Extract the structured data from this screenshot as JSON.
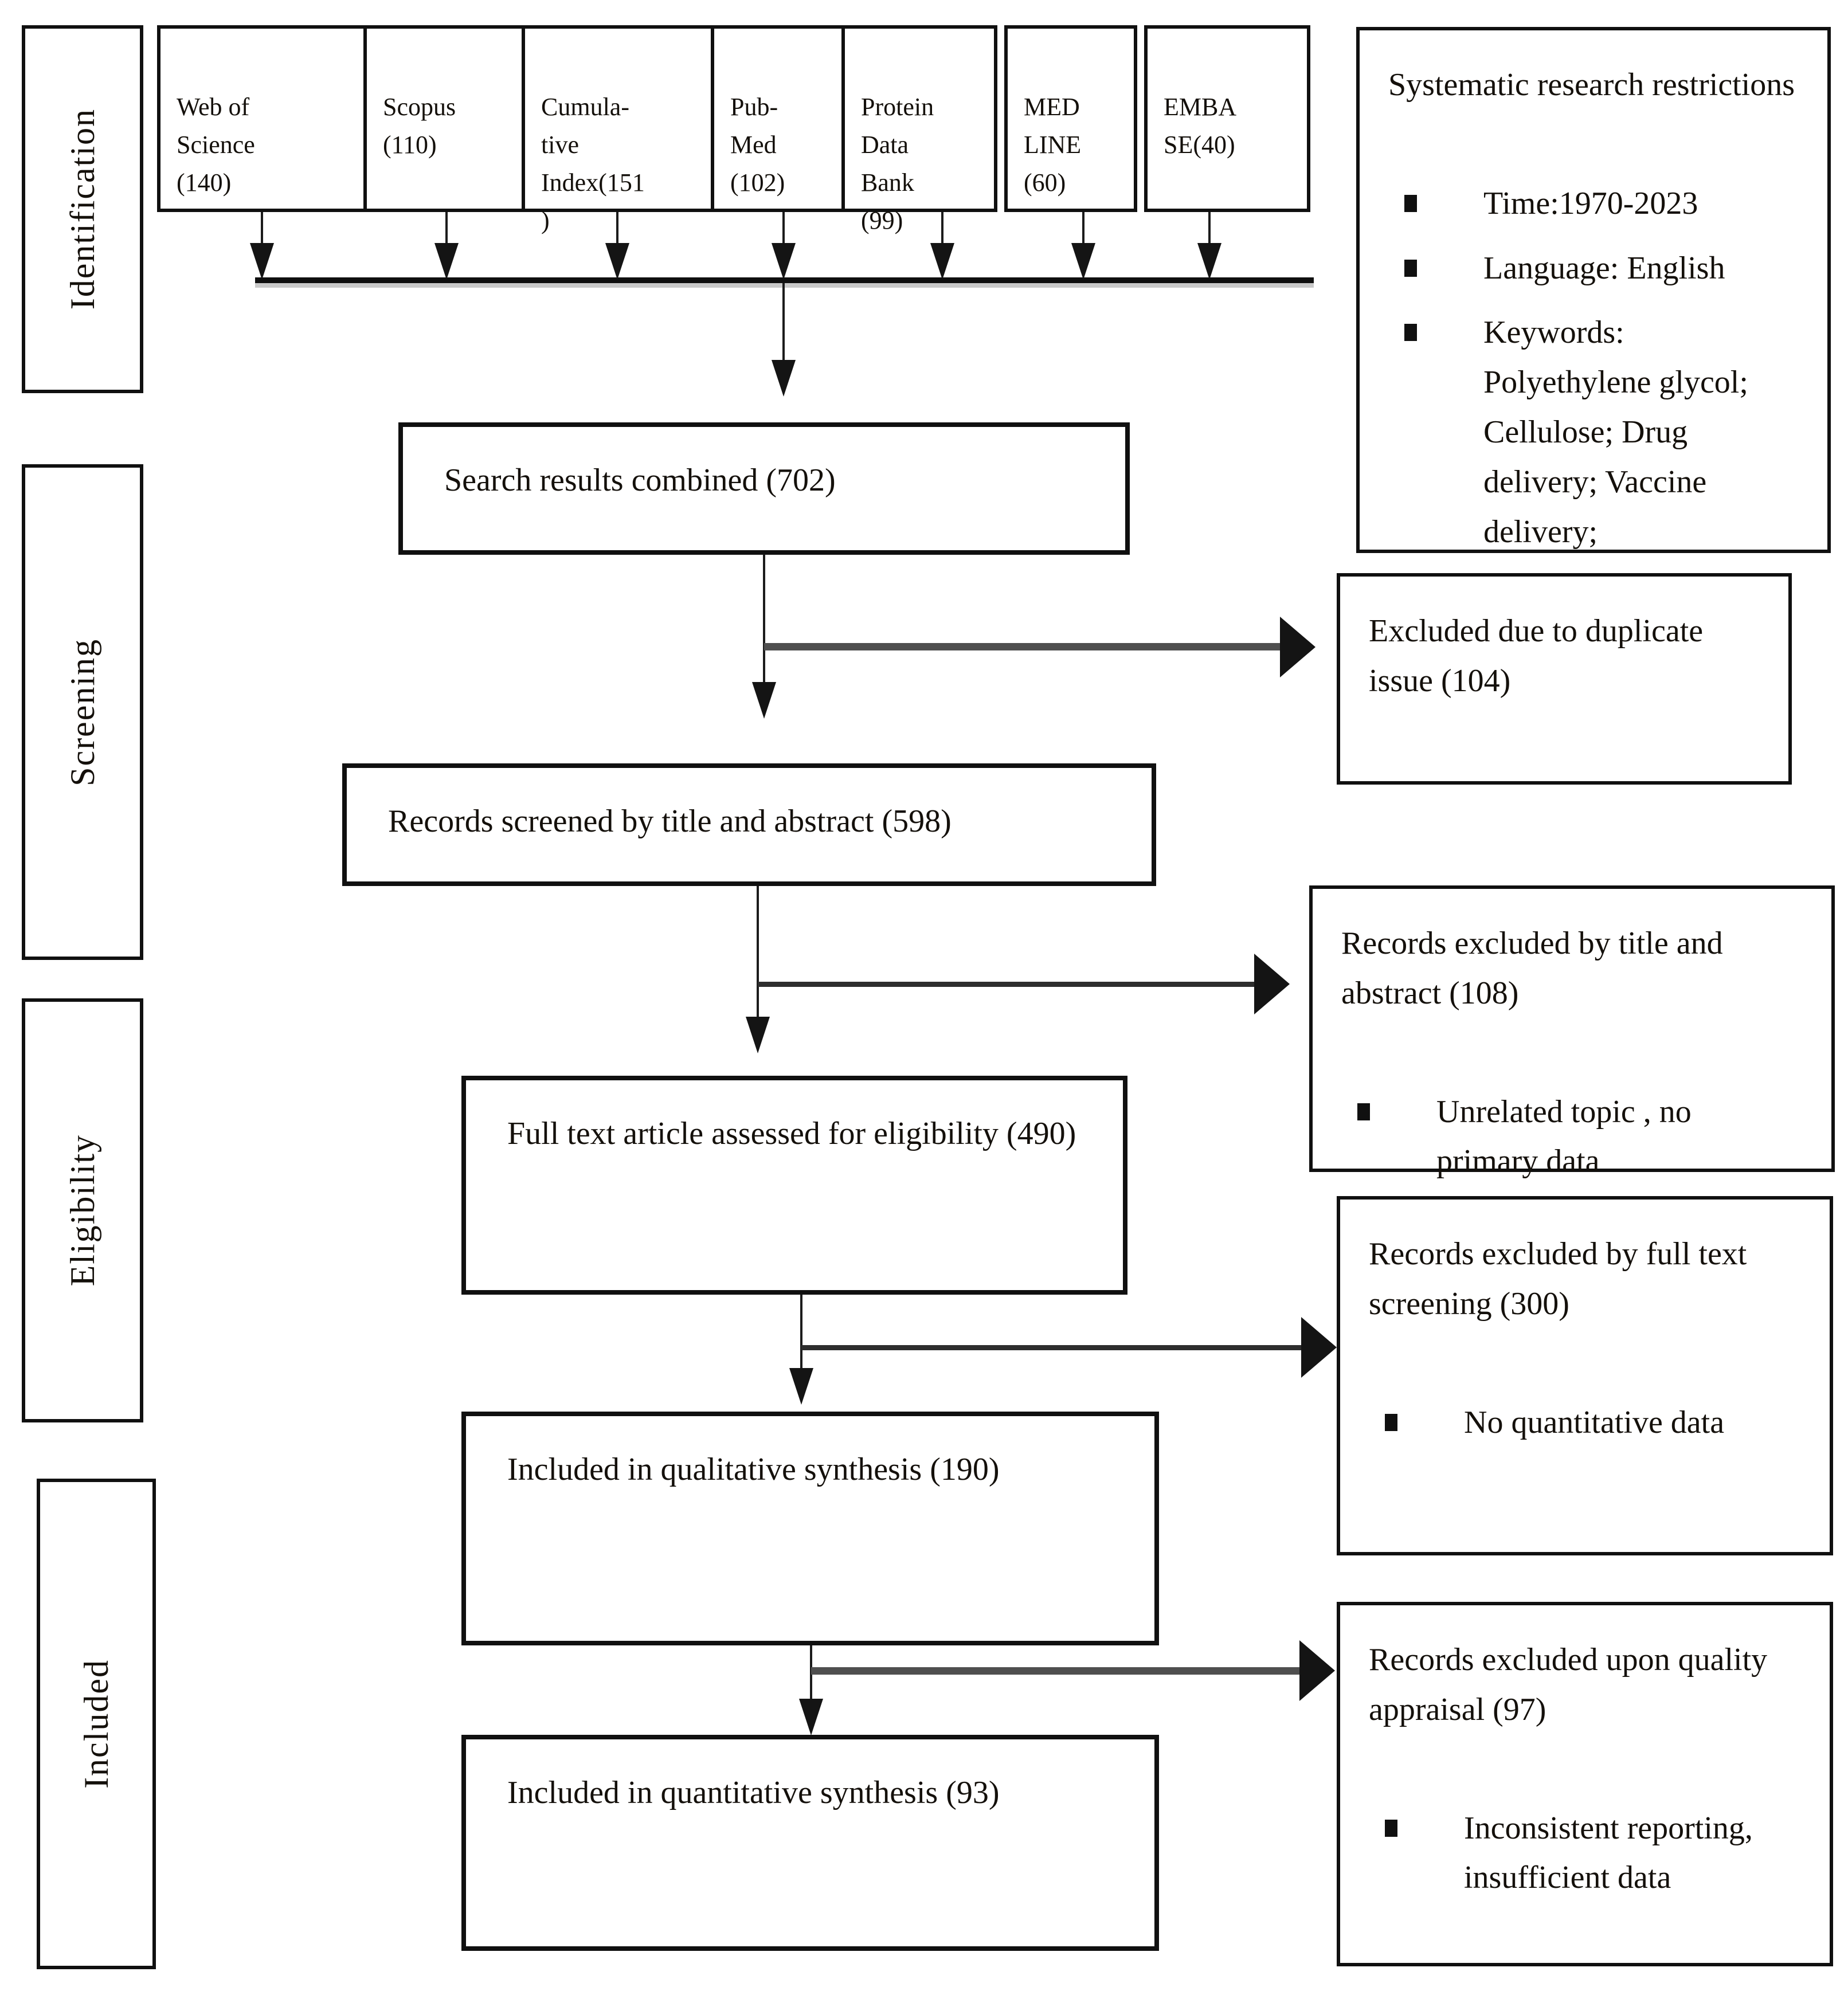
{
  "colors": {
    "ink": "#101010",
    "gray_connector": "#4f4f4f",
    "background": "#ffffff"
  },
  "stages": [
    {
      "label": "Identification"
    },
    {
      "label": "Screening"
    },
    {
      "label": "Eligibility"
    },
    {
      "label": "Included"
    }
  ],
  "sources": [
    {
      "label": "Web of\nScience\n(140)"
    },
    {
      "label": "Scopus\n(110)"
    },
    {
      "label": "Cumula-\ntive\nIndex(151\n)"
    },
    {
      "label": "Pub-\nMed\n(102)"
    },
    {
      "label": "Protein\nData\nBank\n(99)"
    },
    {
      "label": "MED\nLINE\n(60)"
    },
    {
      "label": "EMBA\nSE(40)"
    }
  ],
  "restrictions": {
    "title": "Systematic research restrictions",
    "items": [
      "Time:1970-2023",
      "Language: English",
      "Keywords: Polyethylene glycol; Cellulose; Drug delivery; Vaccine delivery;"
    ]
  },
  "flow": [
    {
      "label": "Search results combined (702)"
    },
    {
      "label": "Records screened by title and abstract (598)"
    },
    {
      "label": "Full text article assessed for eligibility (490)"
    },
    {
      "label": "Included in qualitative synthesis (190)"
    },
    {
      "label": "Included in quantitative synthesis (93)"
    }
  ],
  "exclusions": [
    {
      "title": "Excluded due to duplicate issue (104)"
    },
    {
      "title": "Records excluded by title and abstract (108)",
      "item": "Unrelated topic , no primary data"
    },
    {
      "title": "Records excluded by full text screening (300)",
      "item": "No quantitative data"
    },
    {
      "title": "Records excluded upon quality appraisal (97)",
      "item": "Inconsistent reporting, insufficient data"
    }
  ]
}
